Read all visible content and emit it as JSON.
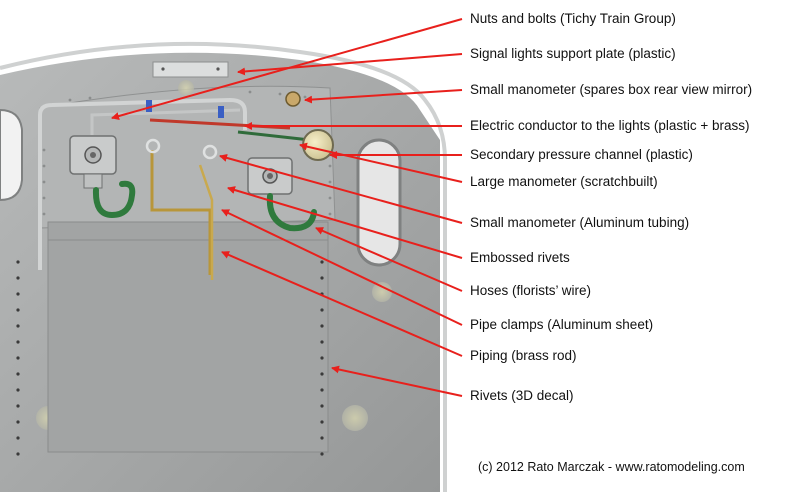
{
  "annotations": [
    "Nuts and bolts (Tichy Train Group)",
    "Signal lights support plate (plastic)",
    "Small manometer (spares box rear view mirror)",
    "Electric conductor to the lights (plastic + brass)",
    "Secondary pressure channel (plastic)",
    "Large manometer (scratchbuilt)",
    "Small manometer (Aluminum tubing)",
    "Embossed rivets",
    "Hoses (florists’ wire)",
    "Pipe clamps (Aluminum sheet)",
    "Piping (brass rod)",
    "Rivets (3D decal)"
  ],
  "credit": "(c) 2012 Rato Marczak - www.ratomodeling.com",
  "colors": {
    "arrow": "#e8201c",
    "plate": "#a9abab",
    "hose": "#2f7a3d",
    "brass": "#b8963a"
  }
}
